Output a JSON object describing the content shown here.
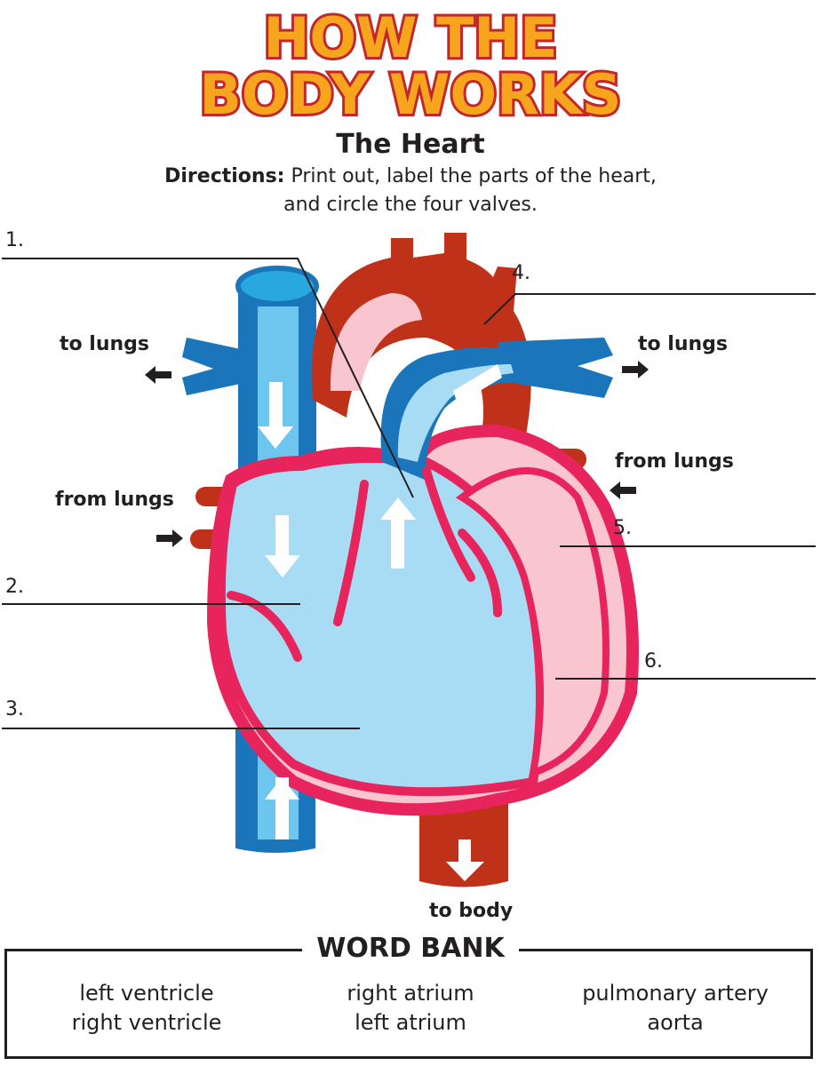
{
  "logo": {
    "line1": "HOW THE",
    "line2": "BODY WORKS"
  },
  "title": "The Heart",
  "directions": {
    "label": "Directions:",
    "line1": "Print out, label the parts of the heart,",
    "line2": "and circle the four valves."
  },
  "numbers": [
    "1.",
    "2.",
    "3.",
    "4.",
    "5.",
    "6."
  ],
  "flow_labels": {
    "to_lungs_left": "to lungs",
    "to_lungs_right": "to lungs",
    "from_lungs_left": "from lungs",
    "from_lungs_right": "from lungs",
    "to_body": "to body"
  },
  "word_bank": {
    "title": "WORD BANK",
    "columns": [
      [
        "left ventricle",
        "right ventricle"
      ],
      [
        "right atrium",
        "left atrium"
      ],
      [
        "pulmonary artery",
        "aorta"
      ]
    ]
  },
  "colors": {
    "logo_fill": "#f7a51c",
    "logo_outline": "#c1272d",
    "blue_vessel": "#1b75bb",
    "light_blue": "#a8dcf5",
    "red_vessel": "#c0311a",
    "pink_wall": "#e8245c",
    "pink_fill": "#f9c5cf"
  }
}
